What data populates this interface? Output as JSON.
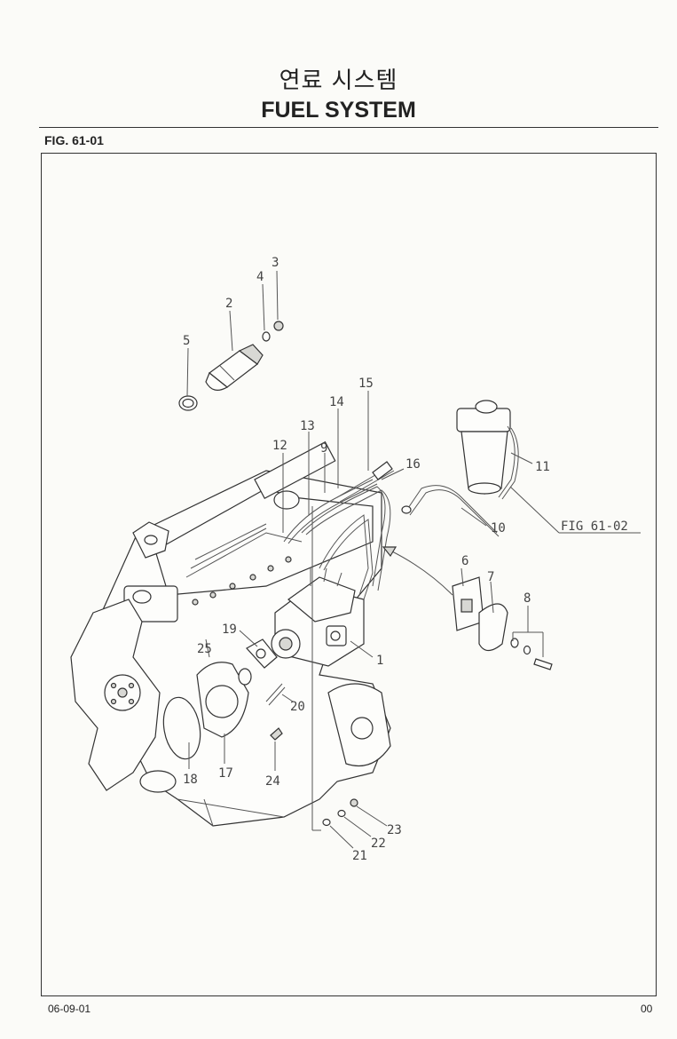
{
  "header": {
    "title_korean": "연료 시스템",
    "title_english": "FUEL SYSTEM",
    "figure_label": "FIG. 61-01"
  },
  "diagram": {
    "callouts": [
      "1",
      "2",
      "3",
      "4",
      "5",
      "6",
      "7",
      "8",
      "9",
      "10",
      "11",
      "12",
      "13",
      "14",
      "15",
      "16",
      "17",
      "18",
      "19",
      "20",
      "21",
      "22",
      "23",
      "24",
      "25"
    ],
    "reference_label": "FIG 61-02"
  },
  "footer": {
    "date_code": "06-09-01",
    "page_number": "00"
  }
}
